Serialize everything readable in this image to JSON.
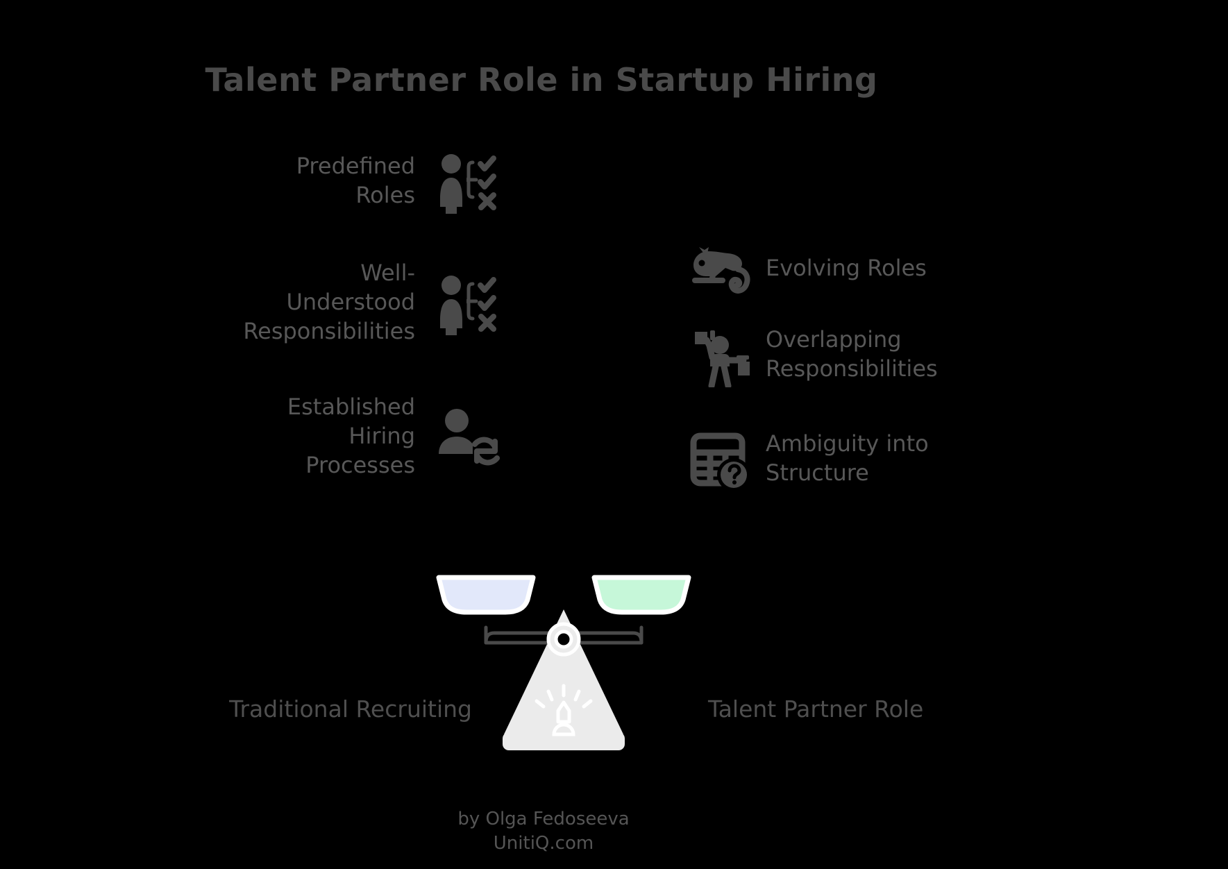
{
  "title": "Talent Partner Role in Startup Hiring",
  "theme": {
    "background": "#000000",
    "title_color": "#4a4a4a",
    "label_color": "#585858",
    "icon_color": "#4a4a4a",
    "pan_left_color": "#e2e8fa",
    "pan_right_color": "#c6f7d9",
    "pan_rim_color": "#ffffff",
    "beam_color": "#4a4a4a",
    "base_color": "#ebebeb"
  },
  "left_column": {
    "side_label": "Traditional Recruiting",
    "items": [
      {
        "label": "Predefined\nRoles",
        "icon": "person-checklist-icon"
      },
      {
        "label": "Well-\nUnderstood\nResponsibilities",
        "icon": "person-checklist-icon"
      },
      {
        "label": "Established\nHiring\nProcesses",
        "icon": "person-refresh-icon"
      }
    ]
  },
  "right_column": {
    "side_label": "Talent Partner Role",
    "items": [
      {
        "label": "Evolving Roles",
        "icon": "chameleon-icon"
      },
      {
        "label": "Overlapping\nResponsibilities",
        "icon": "person-juggling-boxes-icon"
      },
      {
        "label": "Ambiguity into\nStructure",
        "icon": "table-question-icon"
      }
    ]
  },
  "scale": {
    "name": "balance-scale",
    "pivot": "ring-pivot",
    "base_motif": "rocket-spark-icon"
  },
  "footer": {
    "author": "by Olga Fedoseeva",
    "site": "UnitiQ.com"
  }
}
